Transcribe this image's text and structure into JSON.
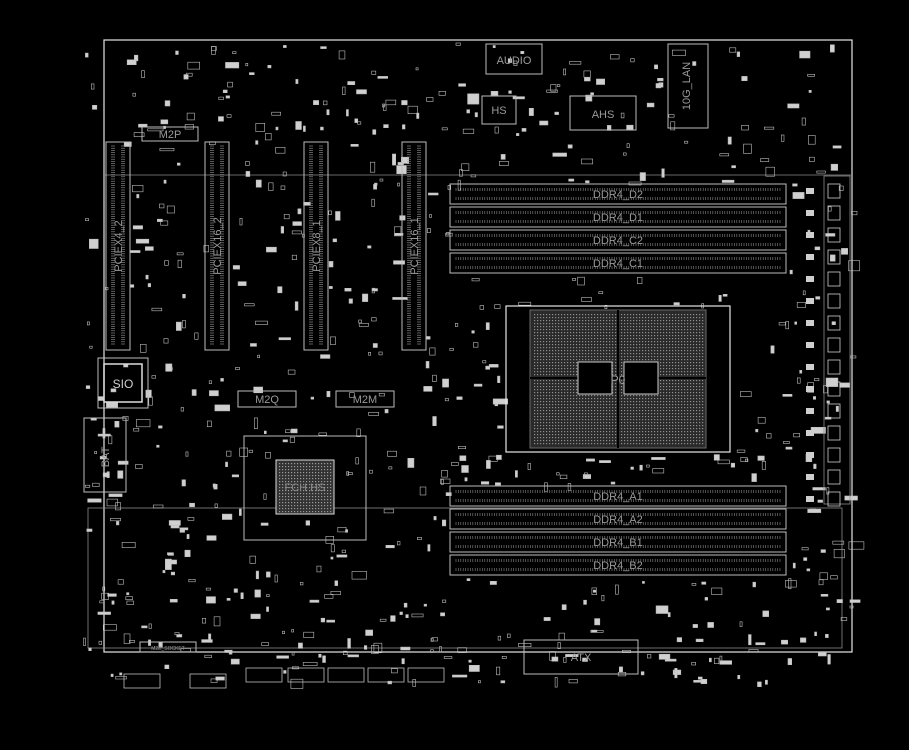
{
  "board": {
    "connectors": {
      "audio": "AUDIO",
      "lan": "10G_LAN",
      "m2p": "M2P",
      "m2q": "M2Q",
      "m2m": "M2M",
      "sio": "SIO",
      "bat": "BAT",
      "atx": "ATX",
      "ahs": "AHS",
      "hs": "HS",
      "cpu": "P0",
      "chipset": "FCH HS",
      "m2e": "M2E_SOCKET"
    },
    "pcie_slots": [
      "PCIEX4_2",
      "PCIEX16_2",
      "PCIEX8_1",
      "PCIEX16_1"
    ],
    "dimm_top": [
      "DDR4_D2",
      "DDR4_D1",
      "DDR4_C2",
      "DDR4_C1"
    ],
    "dimm_bottom": [
      "DDR4_A1",
      "DDR4_A2",
      "DDR4_B1",
      "DDR4_B2"
    ]
  }
}
